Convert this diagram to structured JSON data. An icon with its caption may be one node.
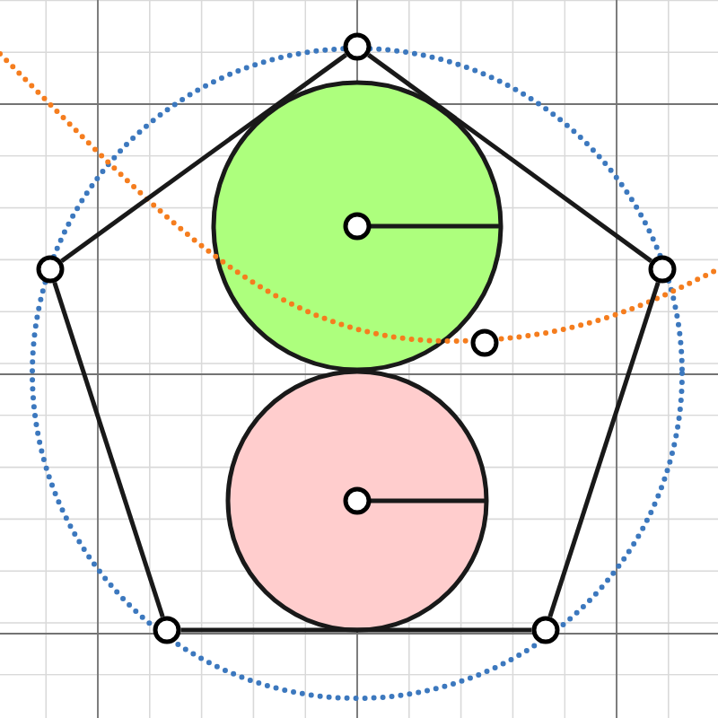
{
  "diagram": {
    "nodes": [
      {
        "text": [],
        "shape": "circle"
      },
      {
        "text": [],
        "shape": "circle"
      },
      {
        "text": [],
        "shape": "circle"
      },
      {
        "text": [],
        "shape": "circle"
      },
      {
        "text": [],
        "shape": "circle"
      },
      {
        "text": [],
        "shape": "circle"
      }
    ],
    "edges": [
      {
        "from": 0,
        "to": 1,
        "arrow": "none"
      },
      {
        "from": 1,
        "to": 2,
        "arrow": "none"
      },
      {
        "from": 2,
        "to": 3,
        "arrow": "none"
      },
      {
        "from": 3,
        "to": 4,
        "arrow": "none"
      },
      {
        "from": 4,
        "to": 0,
        "arrow": "none"
      }
    ]
  }
}
